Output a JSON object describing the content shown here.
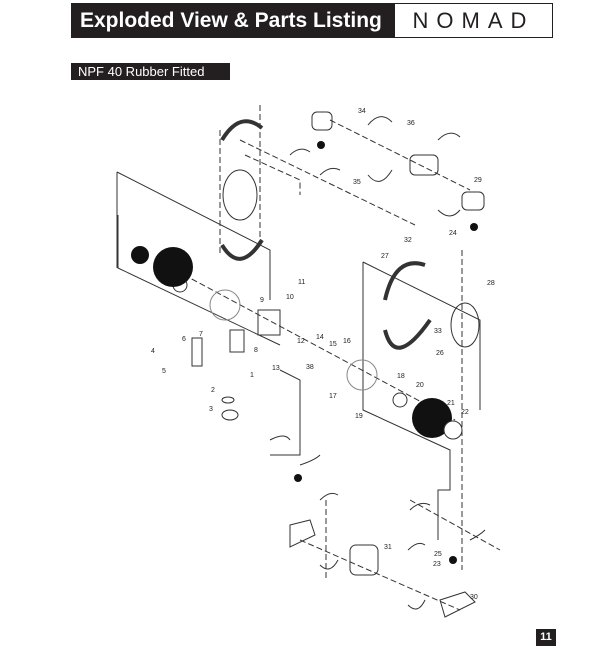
{
  "header": {
    "title": "Exploded View & Parts Listing",
    "logo": "NOMAD"
  },
  "subtitle": "NPF 40 Rubber Fitted",
  "callouts": [
    "1",
    "2",
    "3",
    "4",
    "5",
    "6",
    "7",
    "8",
    "9",
    "10",
    "11",
    "12",
    "13",
    "14",
    "15",
    "16",
    "17",
    "18",
    "19",
    "20",
    "21",
    "22",
    "23",
    "24",
    "25",
    "26",
    "27",
    "28",
    "29",
    "30",
    "31",
    "32",
    "33",
    "34",
    "35",
    "36",
    "38"
  ],
  "page_number": "11"
}
